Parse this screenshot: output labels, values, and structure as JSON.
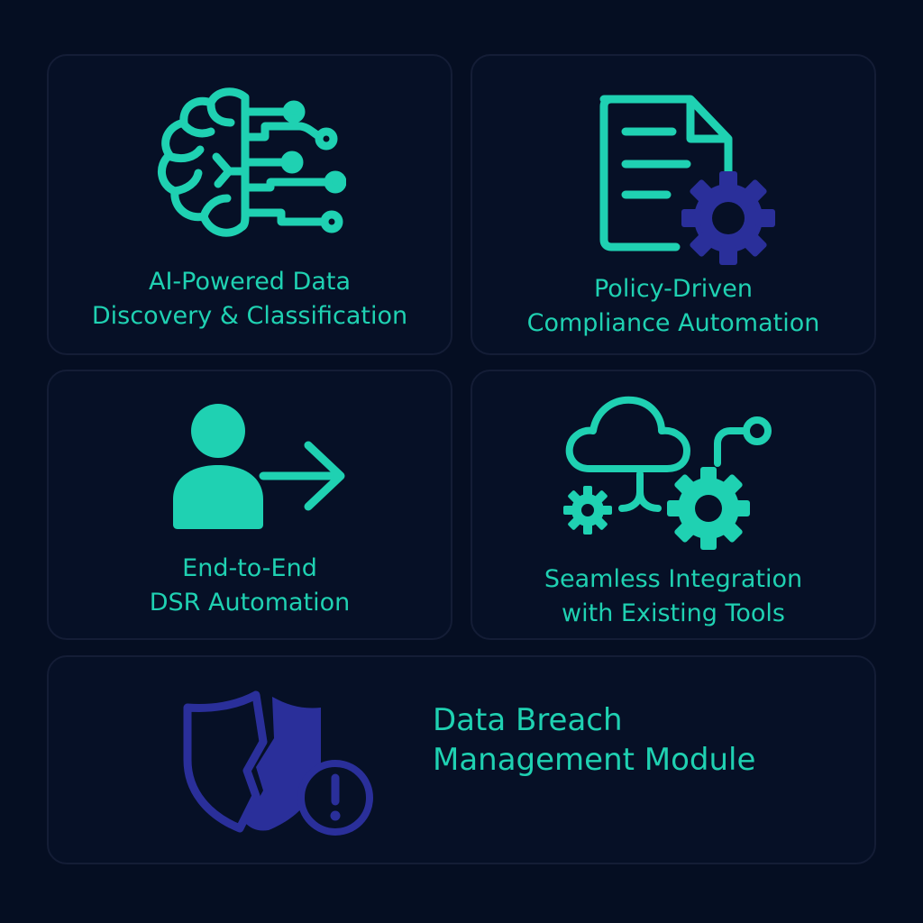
{
  "colors": {
    "background": "#050e22",
    "card_border": "#141d36",
    "teal_accent": "#1fd1b2",
    "indigo_accent": "#2a2f9a"
  },
  "cards": [
    {
      "icon": "brain-circuit-icon",
      "line1": "AI-Powered Data",
      "line2": "Discovery & Classification"
    },
    {
      "icon": "document-gear-icon",
      "line1": "Policy-Driven",
      "line2": "Compliance Automation"
    },
    {
      "icon": "user-arrow-icon",
      "line1": "End-to-End",
      "line2": "DSR Automation"
    },
    {
      "icon": "cloud-gears-integration-icon",
      "line1": "Seamless Integration",
      "line2": "with Existing Tools"
    },
    {
      "icon": "broken-shield-alert-icon",
      "line1": "Data Breach",
      "line2": "Management Module"
    }
  ]
}
